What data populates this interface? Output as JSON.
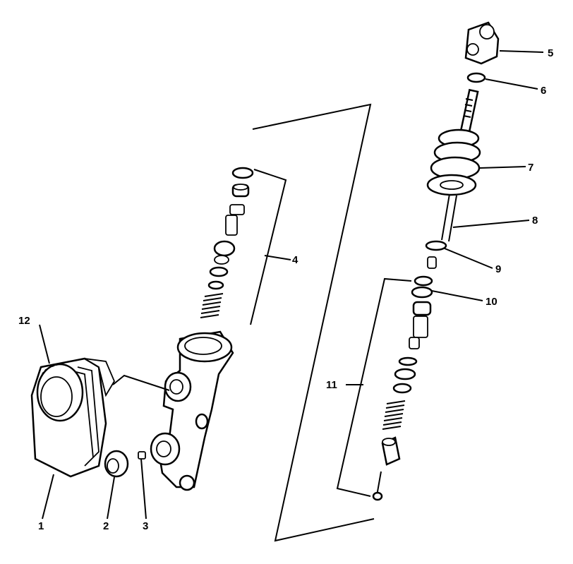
{
  "callouts": [
    "1",
    "2",
    "3",
    "4",
    "5",
    "6",
    "7",
    "8",
    "9",
    "10",
    "11",
    "12"
  ],
  "colors": {
    "ink": "#000000",
    "paper": "#ffffff"
  }
}
